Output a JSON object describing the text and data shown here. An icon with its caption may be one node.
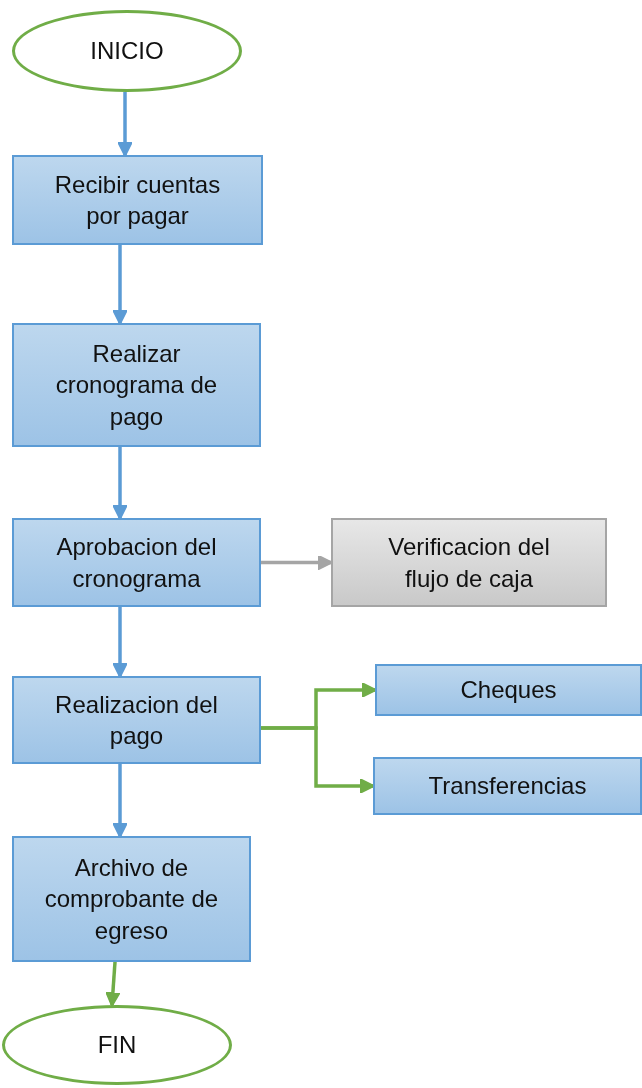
{
  "diagram": {
    "nodes": [
      {
        "text": [
          "INICIO"
        ]
      },
      {
        "text": [
          "Recibir cuentas por pagar"
        ]
      },
      {
        "text": [
          "Realizar cronograma de pago"
        ]
      },
      {
        "text": [
          "Aprobacion del cronograma"
        ]
      },
      {
        "text": [
          "Verificacion del flujo de caja"
        ]
      },
      {
        "text": [
          "Realizacion del pago"
        ]
      },
      {
        "text": [
          "Cheques"
        ]
      },
      {
        "text": [
          "Transferencias"
        ]
      },
      {
        "text": [
          "Archivo de comprobante de egreso"
        ]
      },
      {
        "text": [
          "FIN"
        ]
      }
    ],
    "edges": [
      {
        "from": 0,
        "to": 1,
        "arrow": "to"
      },
      {
        "from": 1,
        "to": 2,
        "arrow": "to"
      },
      {
        "from": 2,
        "to": 3,
        "arrow": "to"
      },
      {
        "from": 3,
        "to": 4,
        "arrow": "to",
        "color": "#a5a5a5"
      },
      {
        "from": 3,
        "to": 5,
        "arrow": "to"
      },
      {
        "from": 5,
        "to": 6,
        "arrow": "to",
        "color": "#70ad47"
      },
      {
        "from": 5,
        "to": 7,
        "arrow": "to",
        "color": "#70ad47"
      },
      {
        "from": 5,
        "to": 8,
        "arrow": "to"
      },
      {
        "from": 8,
        "to": 9,
        "arrow": "to",
        "color": "#70ad47"
      }
    ]
  }
}
